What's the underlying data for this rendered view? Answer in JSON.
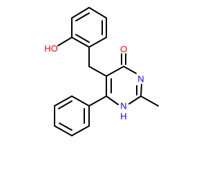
{
  "molecule": {
    "atom_labels": {
      "hydroxyl": "HO",
      "carbonyl_oxygen": "O",
      "ring_nitrogen": "N",
      "ring_nh": "H",
      "ring_nh_n": "N"
    },
    "colors": {
      "bond": "#000000",
      "oxygen": "#ff0000",
      "nitrogen": "#0000ff"
    }
  }
}
